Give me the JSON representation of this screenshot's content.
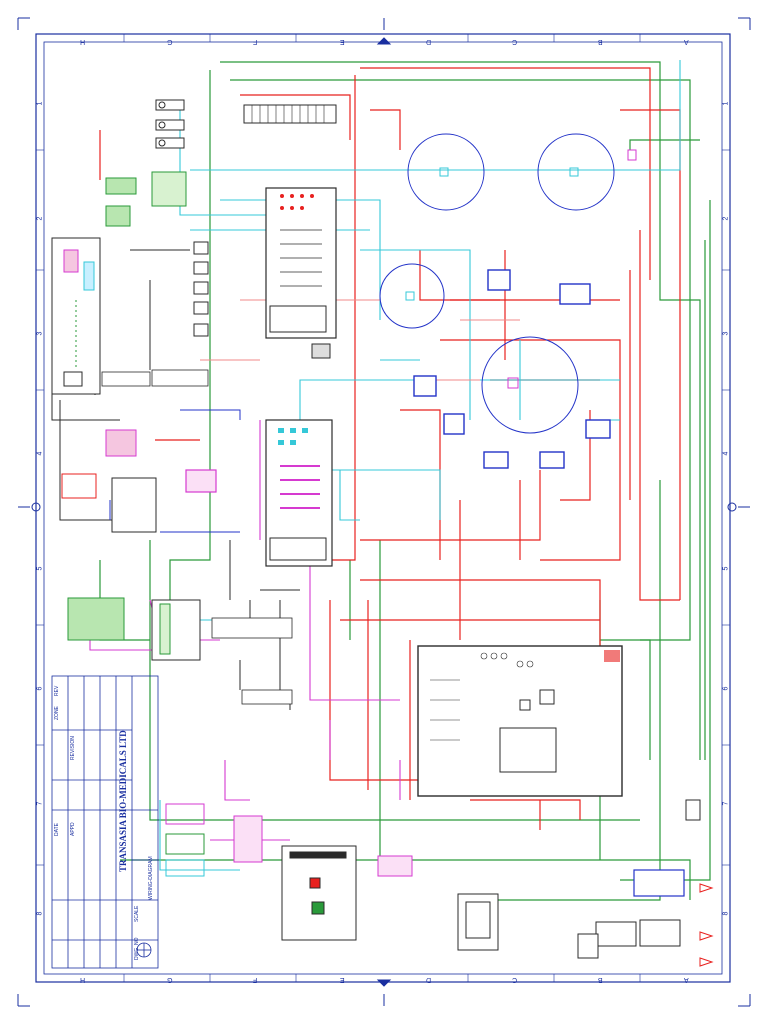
{
  "title_block": {
    "company": "TRANSASIA BIO-MEDICALS LTD",
    "drawing_no_label": "DWG. NO",
    "scale_label": "SCALE",
    "revision_label": "REVISION",
    "date_label": "DATE",
    "rev_label": "REV",
    "zone_label": "ZONE",
    "approved_label": "APPD",
    "drawing_no": "WIRING-DIAGRAM"
  },
  "border_letters_top": [
    "H",
    "G",
    "F",
    "E",
    "D",
    "C",
    "B",
    "A"
  ],
  "border_numbers_side": [
    "1",
    "2",
    "3",
    "4",
    "5",
    "6",
    "7",
    "8"
  ],
  "colors": {
    "border": "#1a2fa0",
    "wire_red": "#e8211f",
    "wire_green": "#2a9a3a",
    "wire_cyan": "#35c8d8",
    "wire_magenta": "#d63ad0",
    "wire_dark": "#2b2b2b",
    "wire_pink": "#f08a8a",
    "wire_blue": "#2333c8"
  }
}
